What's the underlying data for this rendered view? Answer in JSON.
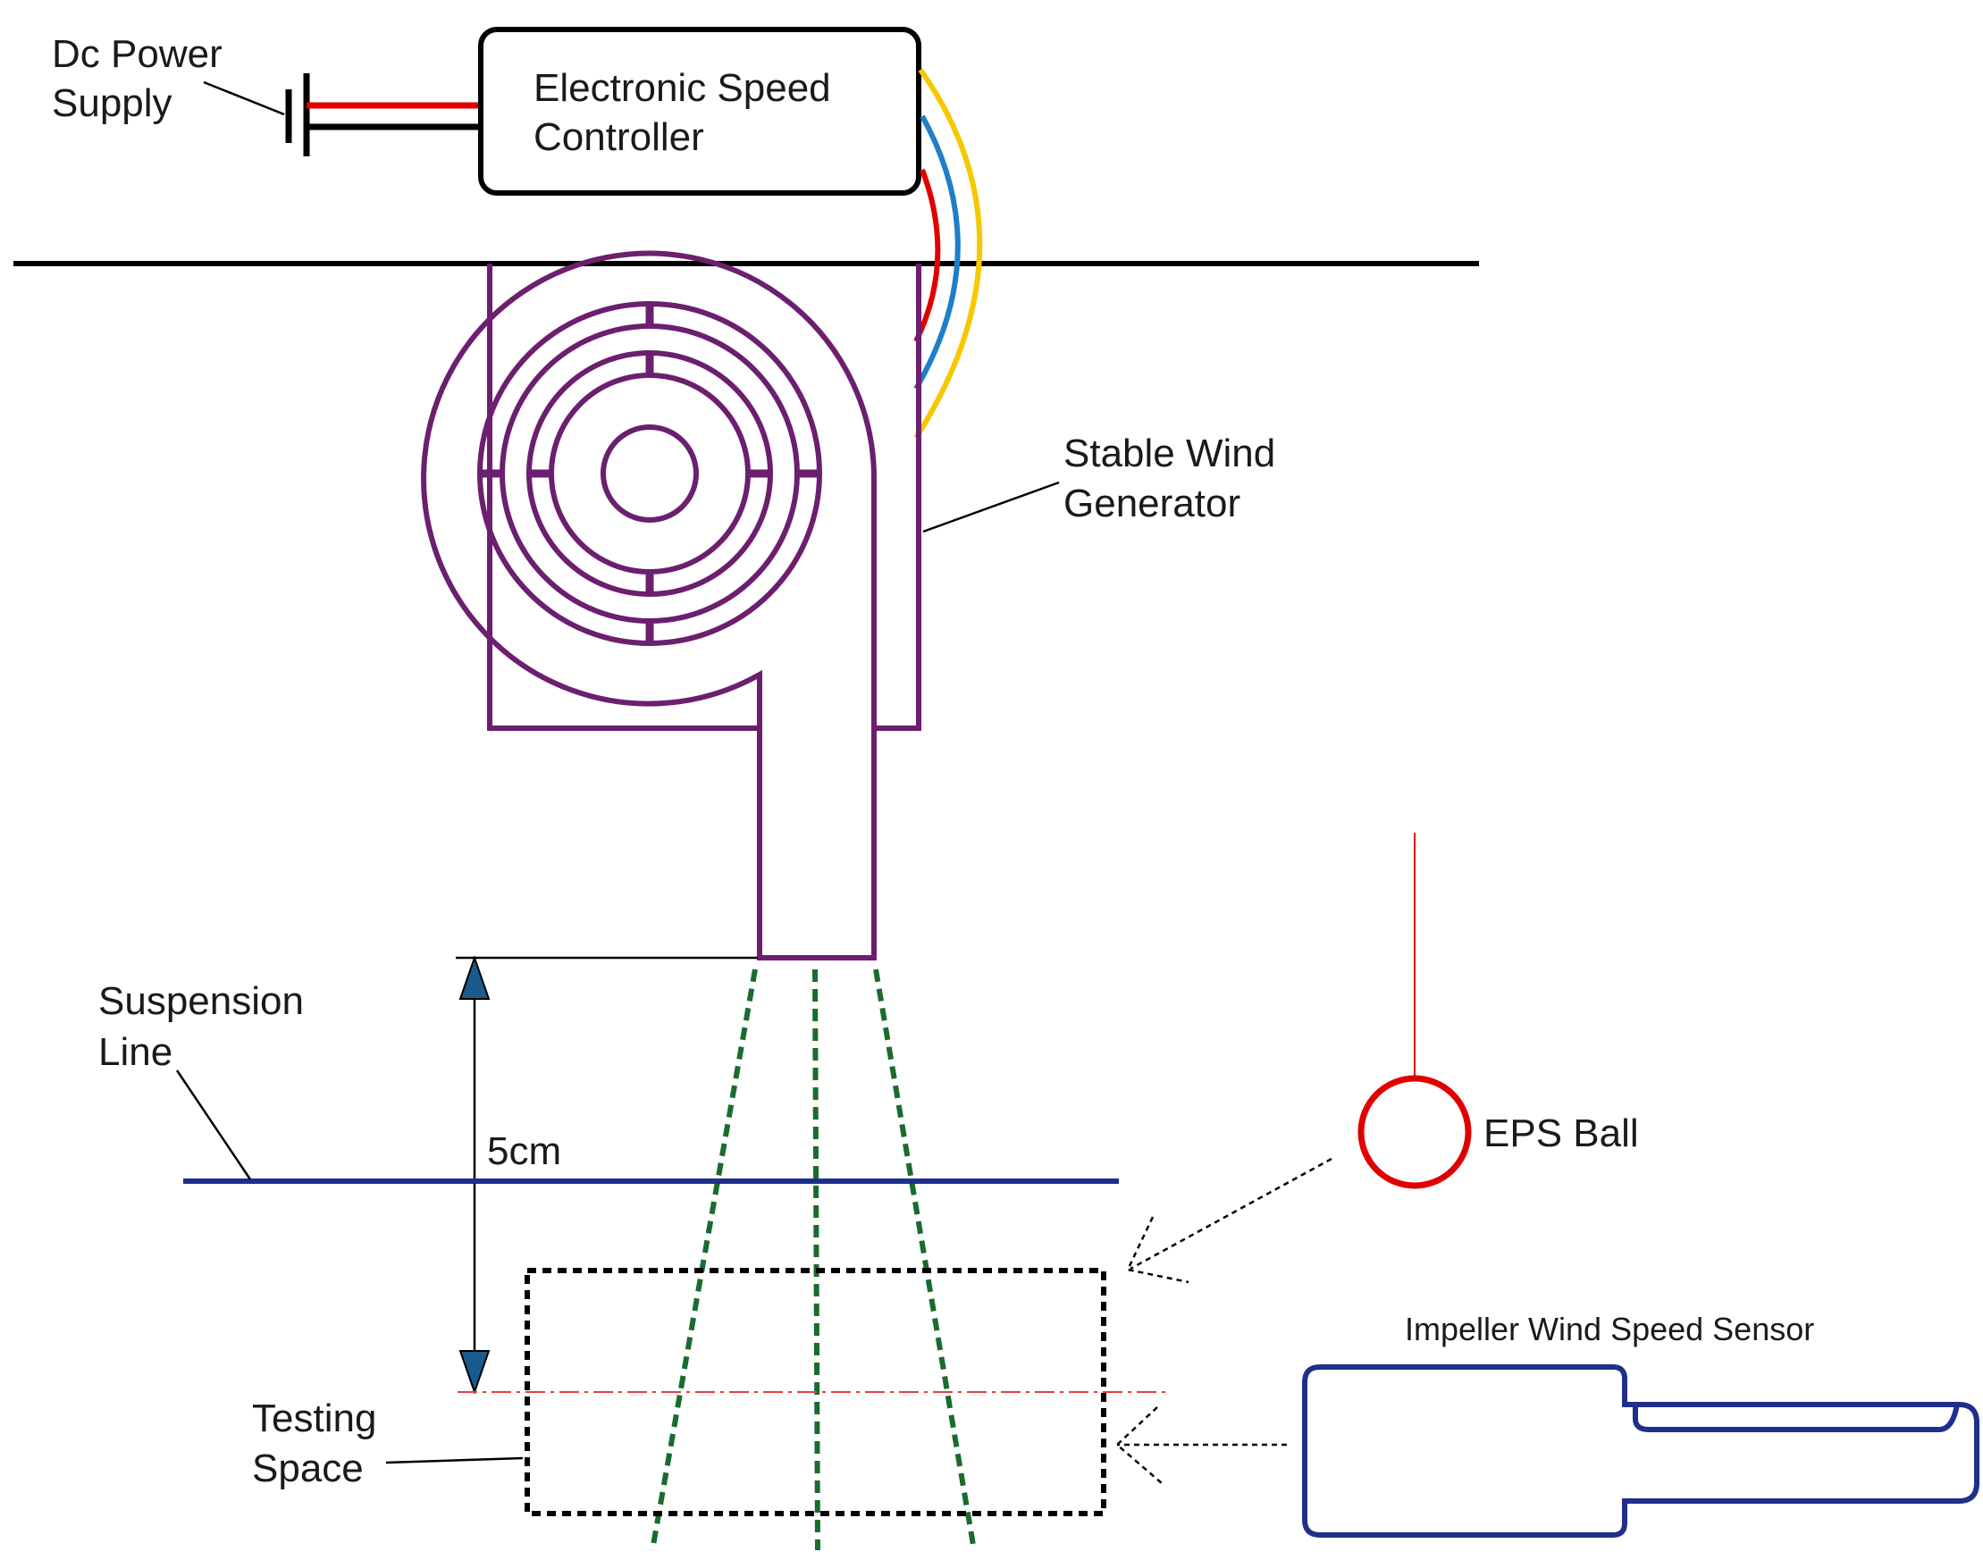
{
  "labels": {
    "dc_power_supply": [
      "Dc Power",
      "Supply"
    ],
    "esc": [
      "Electronic Speed",
      "Controller"
    ],
    "wind_generator": [
      "Stable Wind",
      "Generator"
    ],
    "suspension_line": [
      "Suspension",
      "Line"
    ],
    "distance": "5cm",
    "eps_ball": "EPS Ball",
    "sensor": "Impeller Wind Speed Sensor",
    "testing_space": [
      "Testing",
      "Space"
    ]
  },
  "colors": {
    "fan": "#6b1f6e",
    "wire_red": "#e00000",
    "wire_blue": "#1e7fc8",
    "wire_yellow": "#f5c800",
    "airflow": "#1a6b2e",
    "suspension": "#1f2f8c",
    "ball": "#e00000",
    "sensor": "#1f2f8c",
    "arrow_fill": "#1a5a8c",
    "centerline": "#e04040"
  }
}
